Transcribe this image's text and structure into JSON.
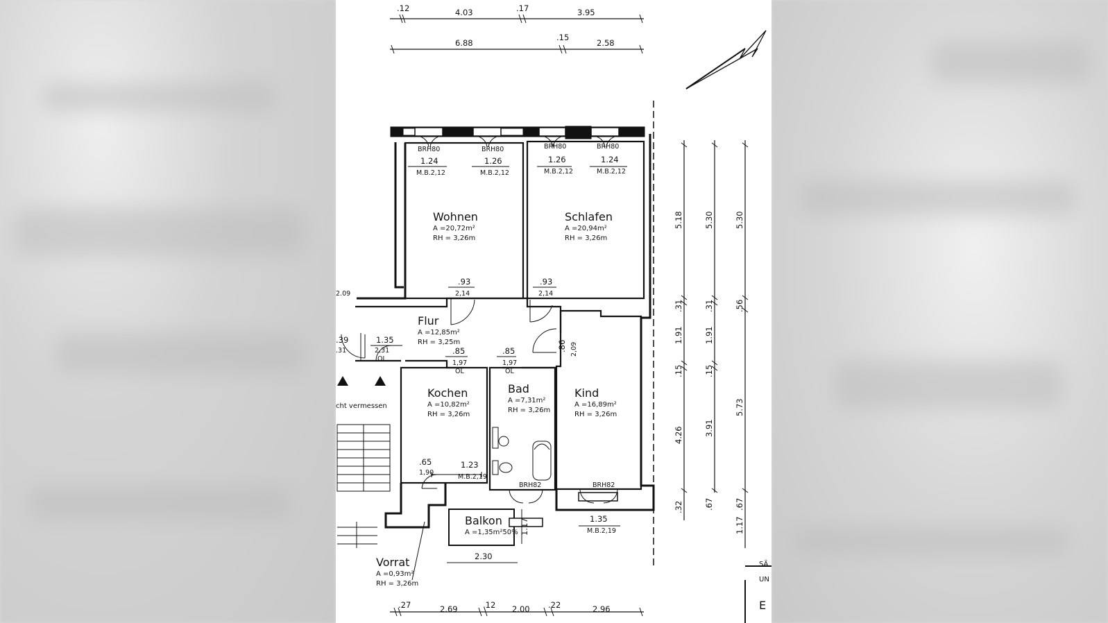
{
  "dimensions_top": {
    "row1": [
      ".12",
      "4.03",
      ".17",
      "3.95"
    ],
    "row2": [
      "6.88",
      ".15",
      "2.58"
    ]
  },
  "dimensions_bottom": [
    ".27",
    "2.69",
    ".12",
    "2.00",
    ".22",
    "2.96"
  ],
  "dimensions_right": {
    "col1": [
      "5.18",
      ".31",
      "1.91",
      ".15",
      "4.26",
      ".32"
    ],
    "col2": [
      "5.30",
      ".31",
      "1.91",
      ".15",
      "3.91",
      ".67"
    ],
    "col3": [
      "5.30",
      ".56",
      "5.73",
      "1.17",
      ".67"
    ]
  },
  "rooms": {
    "wohnen": {
      "name": "Wohnen",
      "area": "A =20,72m²",
      "height": "RH = 3,26m"
    },
    "schlafen": {
      "name": "Schlafen",
      "area": "A =20,94m²",
      "height": "RH = 3,26m"
    },
    "flur": {
      "name": "Flur",
      "area": "A =12,85m²",
      "height": "RH = 3,25m"
    },
    "kochen": {
      "name": "Kochen",
      "area": "A =10,82m²",
      "height": "RH = 3,26m"
    },
    "bad": {
      "name": "Bad",
      "area": "A =7,31m²",
      "height": "RH = 3,26m"
    },
    "kind": {
      "name": "Kind",
      "area": "A =16,89m²",
      "height": "RH = 3,26m"
    },
    "balkon": {
      "name": "Balkon",
      "area": "A =1,35m²50%"
    },
    "vorrat": {
      "name": "Vorrat",
      "area": "A =0,93m²",
      "height": "RH = 3,26m"
    }
  },
  "window_labels": {
    "brh80": "BRH80",
    "brh82": "BRH82",
    "w_1_24": "1.24",
    "w_1_26": "1.26",
    "mb212": "M.B.2,12",
    "w_1_23": "1.23",
    "mb219": "M.B.2,19",
    "w_1_35": "1.35"
  },
  "door_labels": {
    "d093": ".93",
    "d214": "2,14",
    "d085": ".85",
    "d197": "1,97",
    "ol": "OL",
    "d086": ".86",
    "d209": "2,09",
    "d065": ".65",
    "d190": "1,90",
    "d135": "1.35",
    "d231": "2,31",
    "d209b": "2.09",
    "d039": ".39",
    "d031": ".31"
  },
  "misc": {
    "balkon_width": "2.30",
    "balkon_depth": "1.17",
    "stair_note": "cht vermessen",
    "edge_text1": "SÄ",
    "edge_text2": "UN",
    "edge_text3": "E"
  }
}
